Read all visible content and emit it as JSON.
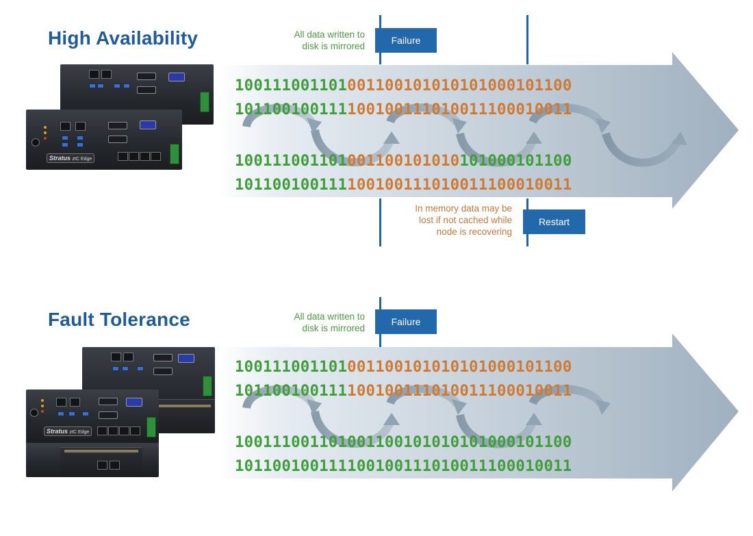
{
  "sections": {
    "ha": {
      "title": "High Availability",
      "rows": [
        {
          "green": "100111001101",
          "orange": "001100101010101000101100",
          "tail_green": ""
        },
        {
          "green": "101100100111",
          "orange": "100100111010011100010011",
          "tail_green": ""
        },
        {
          "green": "100111001101",
          "orange": "001100101010",
          "tail_green": "101000101100"
        },
        {
          "green": "101100100111",
          "orange": "100100111010011100010011",
          "tail_green": ""
        }
      ],
      "failure_note": "All data written to\ndisk is mirrored",
      "failure_label": "Failure",
      "memory_note": "In memory data may be\nlost if not cached while\nnode is recovering",
      "restart_label": "Restart"
    },
    "ft": {
      "title": "Fault Tolerance",
      "rows": [
        {
          "green": "100111001101",
          "orange": "001100101010101000101100",
          "tail_green": ""
        },
        {
          "green": "101100100111",
          "orange": "100100111010011100010011",
          "tail_green": ""
        },
        {
          "green": "100111001101001100101010101000101100",
          "orange": "",
          "tail_green": ""
        },
        {
          "green": "101100100111100100111010011100010011",
          "orange": "",
          "tail_green": ""
        }
      ],
      "failure_note": "All data written to\ndisk is mirrored",
      "failure_label": "Failure"
    }
  },
  "device_brand": "Stratus",
  "device_model": "ztC Edge",
  "colors": {
    "title_blue": "#1f5b98",
    "bit_green": "#3f9e3a",
    "bit_orange": "#cf7a34",
    "badge_blue": "#2468ac",
    "arrow_gray": "#a9b7c4"
  }
}
